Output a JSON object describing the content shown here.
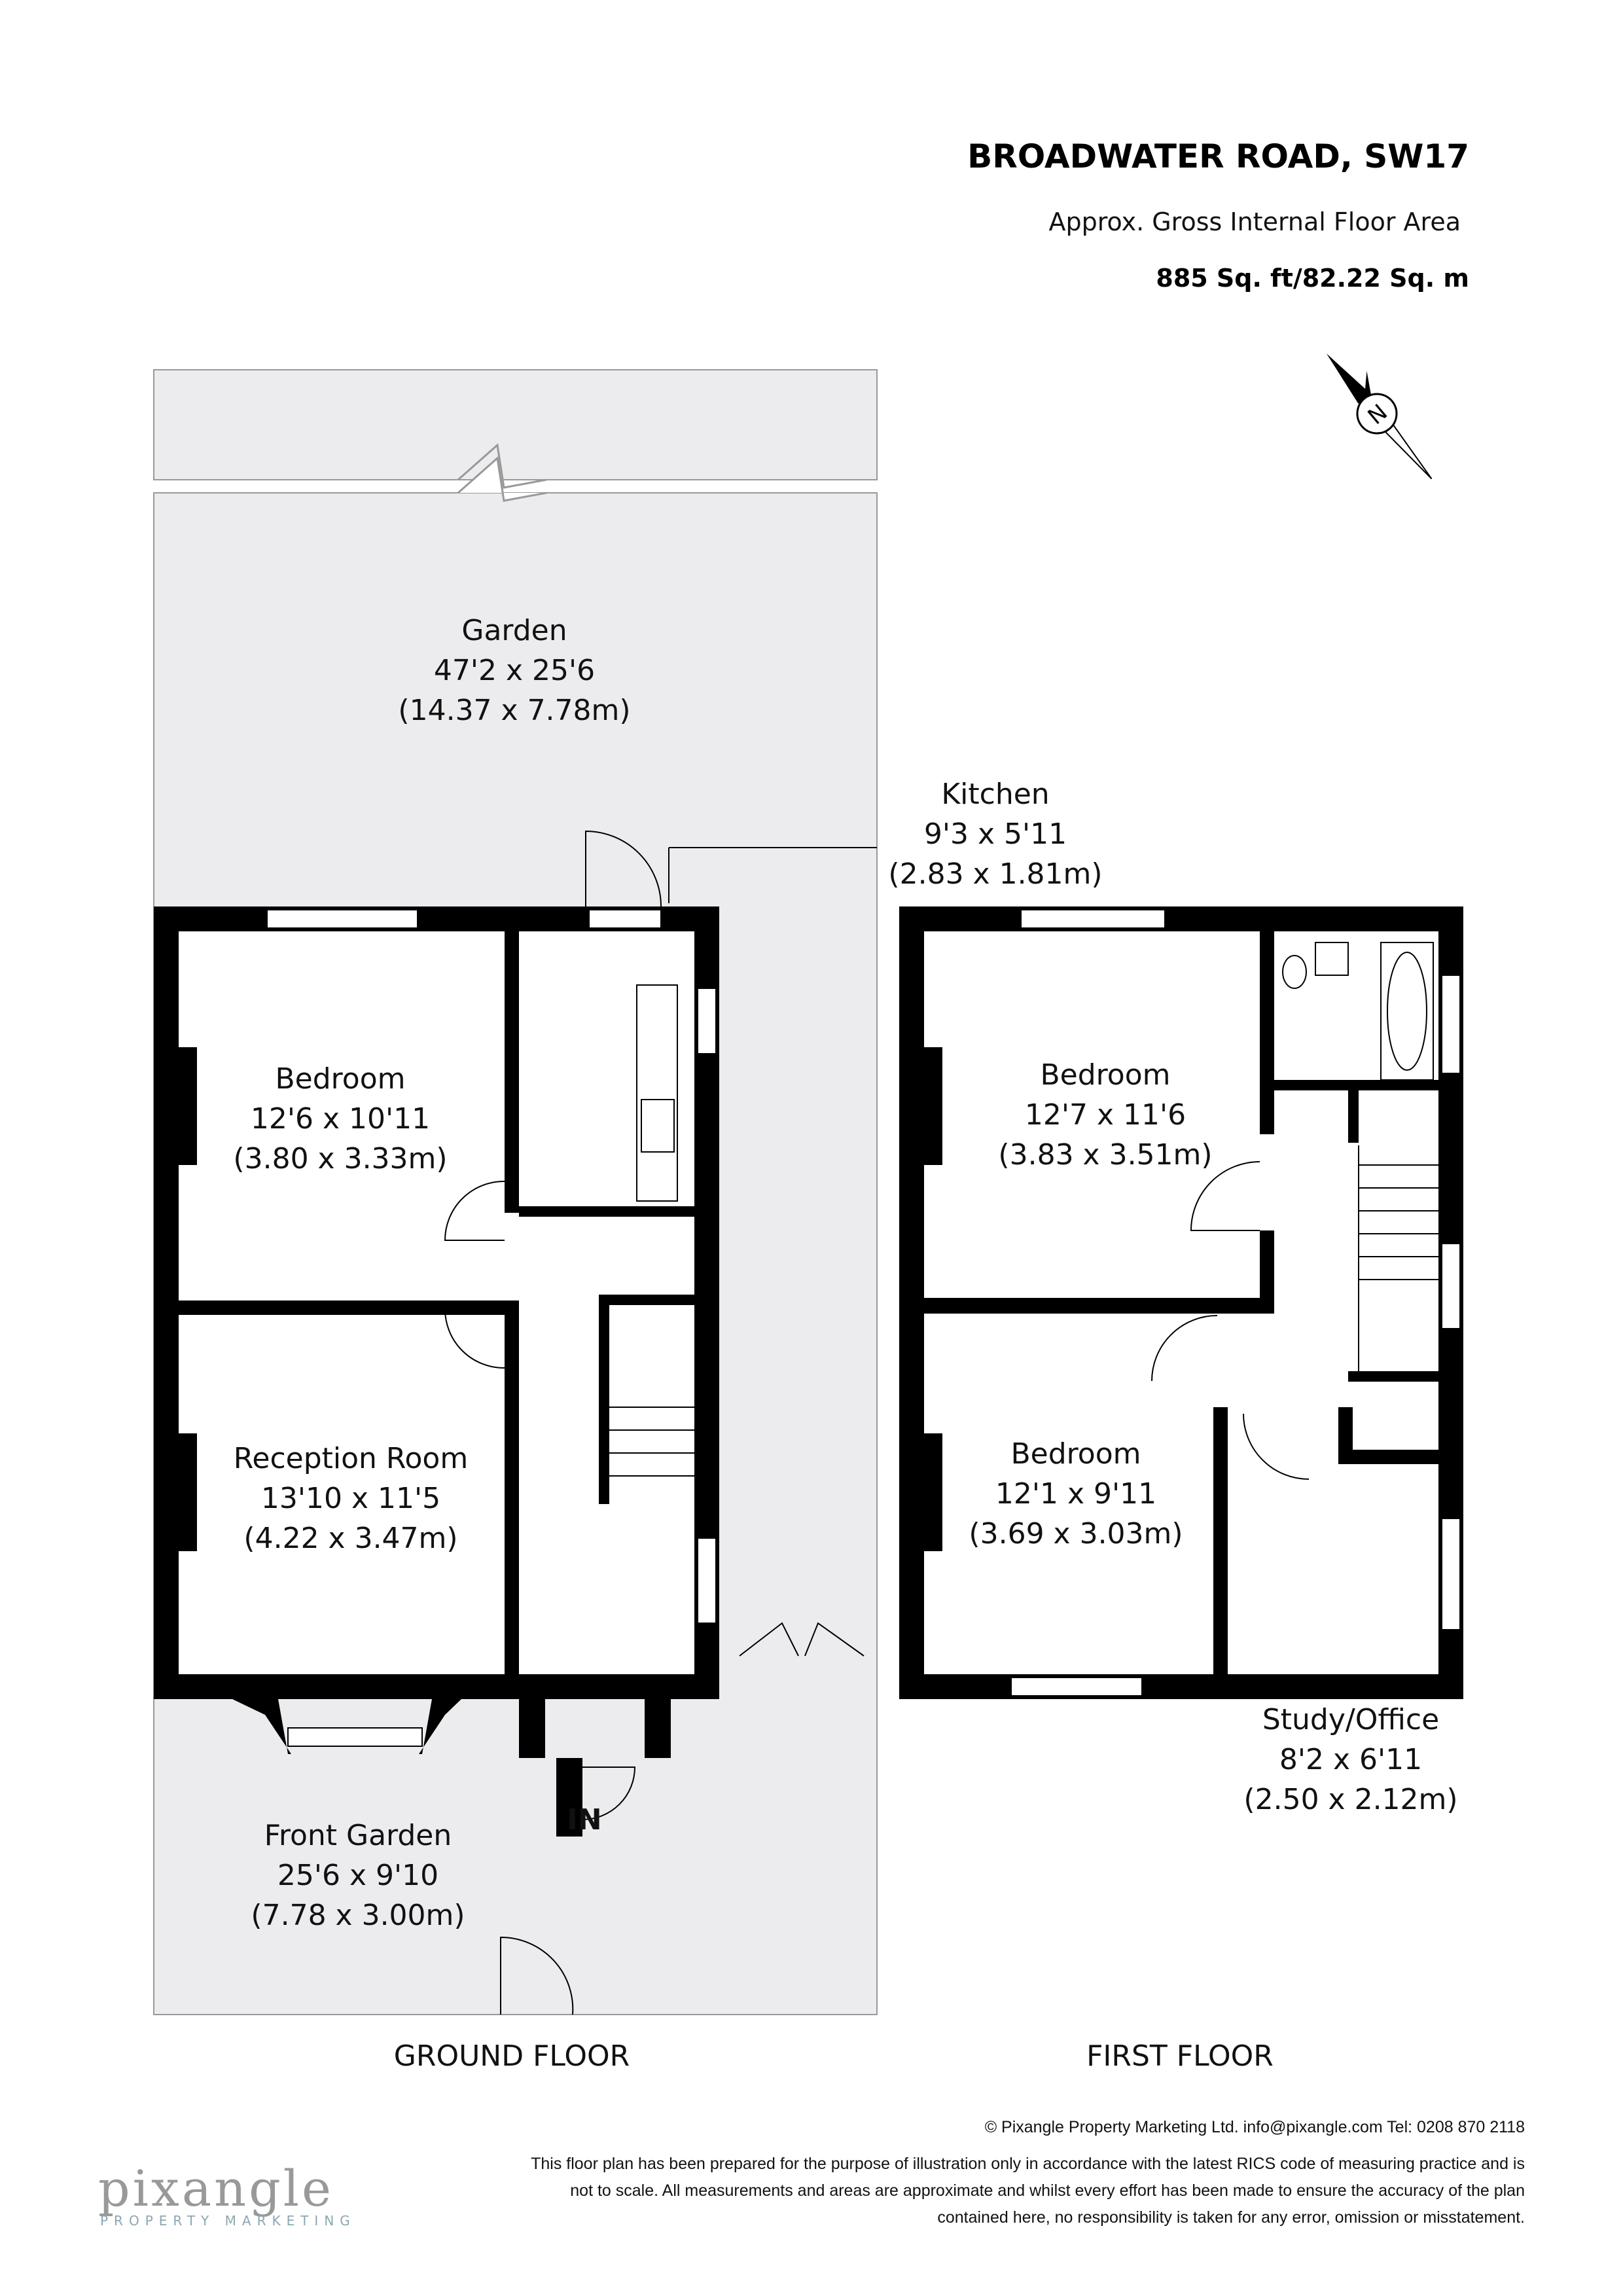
{
  "header": {
    "title": "BROADWATER ROAD, SW17",
    "subtitle": "Approx. Gross Internal Floor Area",
    "area": "885 Sq. ft/82.22 Sq. m"
  },
  "compass": {
    "icon": "north-arrow-icon",
    "letter": "N"
  },
  "ground_floor": {
    "label": "GROUND FLOOR",
    "entrance": "IN",
    "rooms": [
      {
        "name": "Garden",
        "imperial": "47'2 x 25'6",
        "metric": "(14.37 x 7.78m)"
      },
      {
        "name": "Kitchen",
        "imperial": "9'3 x 5'11",
        "metric": "(2.83 x 1.81m)"
      },
      {
        "name": "Bedroom",
        "imperial": "12'6 x 10'11",
        "metric": "(3.80 x 3.33m)"
      },
      {
        "name": "Reception Room",
        "imperial": "13'10 x 11'5",
        "metric": "(4.22 x 3.47m)"
      },
      {
        "name": "Front Garden",
        "imperial": "25'6 x 9'10",
        "metric": "(7.78 x 3.00m)"
      }
    ]
  },
  "first_floor": {
    "label": "FIRST FLOOR",
    "rooms": [
      {
        "name": "Bedroom",
        "imperial": "12'7 x 11'6",
        "metric": "(3.83 x 3.51m)"
      },
      {
        "name": "Bedroom",
        "imperial": "12'1 x 9'11",
        "metric": "(3.69 x 3.03m)"
      },
      {
        "name": "Study/Office",
        "imperial": "8'2 x 6'11",
        "metric": "(2.50 x 2.12m)"
      }
    ]
  },
  "footer": {
    "copyright": "© Pixangle Property Marketing Ltd. info@pixangle.com Tel: 0208 870 2118",
    "disclaimer": [
      "This floor plan has been prepared for the purpose of illustration only in accordance with the latest RICS code of measuring practice and is",
      "not to scale. All measurements and areas are approximate and whilst every effort has been made to ensure the accuracy of the plan",
      "contained here, no responsibility is taken for any error, omission or misstatement."
    ],
    "logo": "pixangle",
    "logo_tagline": "PROPERTY MARKETING"
  }
}
